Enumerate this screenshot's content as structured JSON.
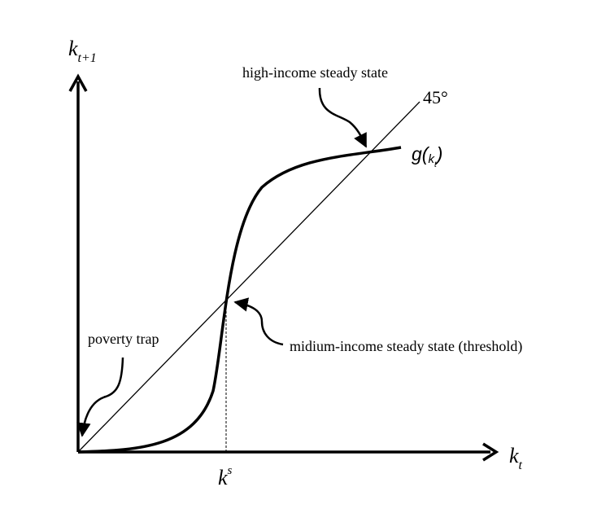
{
  "axes": {
    "y_label": {
      "main": "k",
      "sub": "t+1"
    },
    "x_label": {
      "main": "k",
      "sub": "t"
    }
  },
  "lines": {
    "diagonal_label": "45°",
    "curve_label": {
      "main": "g(",
      "sub": "t",
      "inner": "k",
      "close": ")"
    }
  },
  "annotations": {
    "high": "high-income steady state",
    "medium": "midium-income steady state (threshold)",
    "poverty": "poverty trap"
  },
  "threshold_label": {
    "main": "k",
    "sup": "s"
  },
  "colors": {
    "ink": "#000000",
    "background": "#ffffff"
  }
}
